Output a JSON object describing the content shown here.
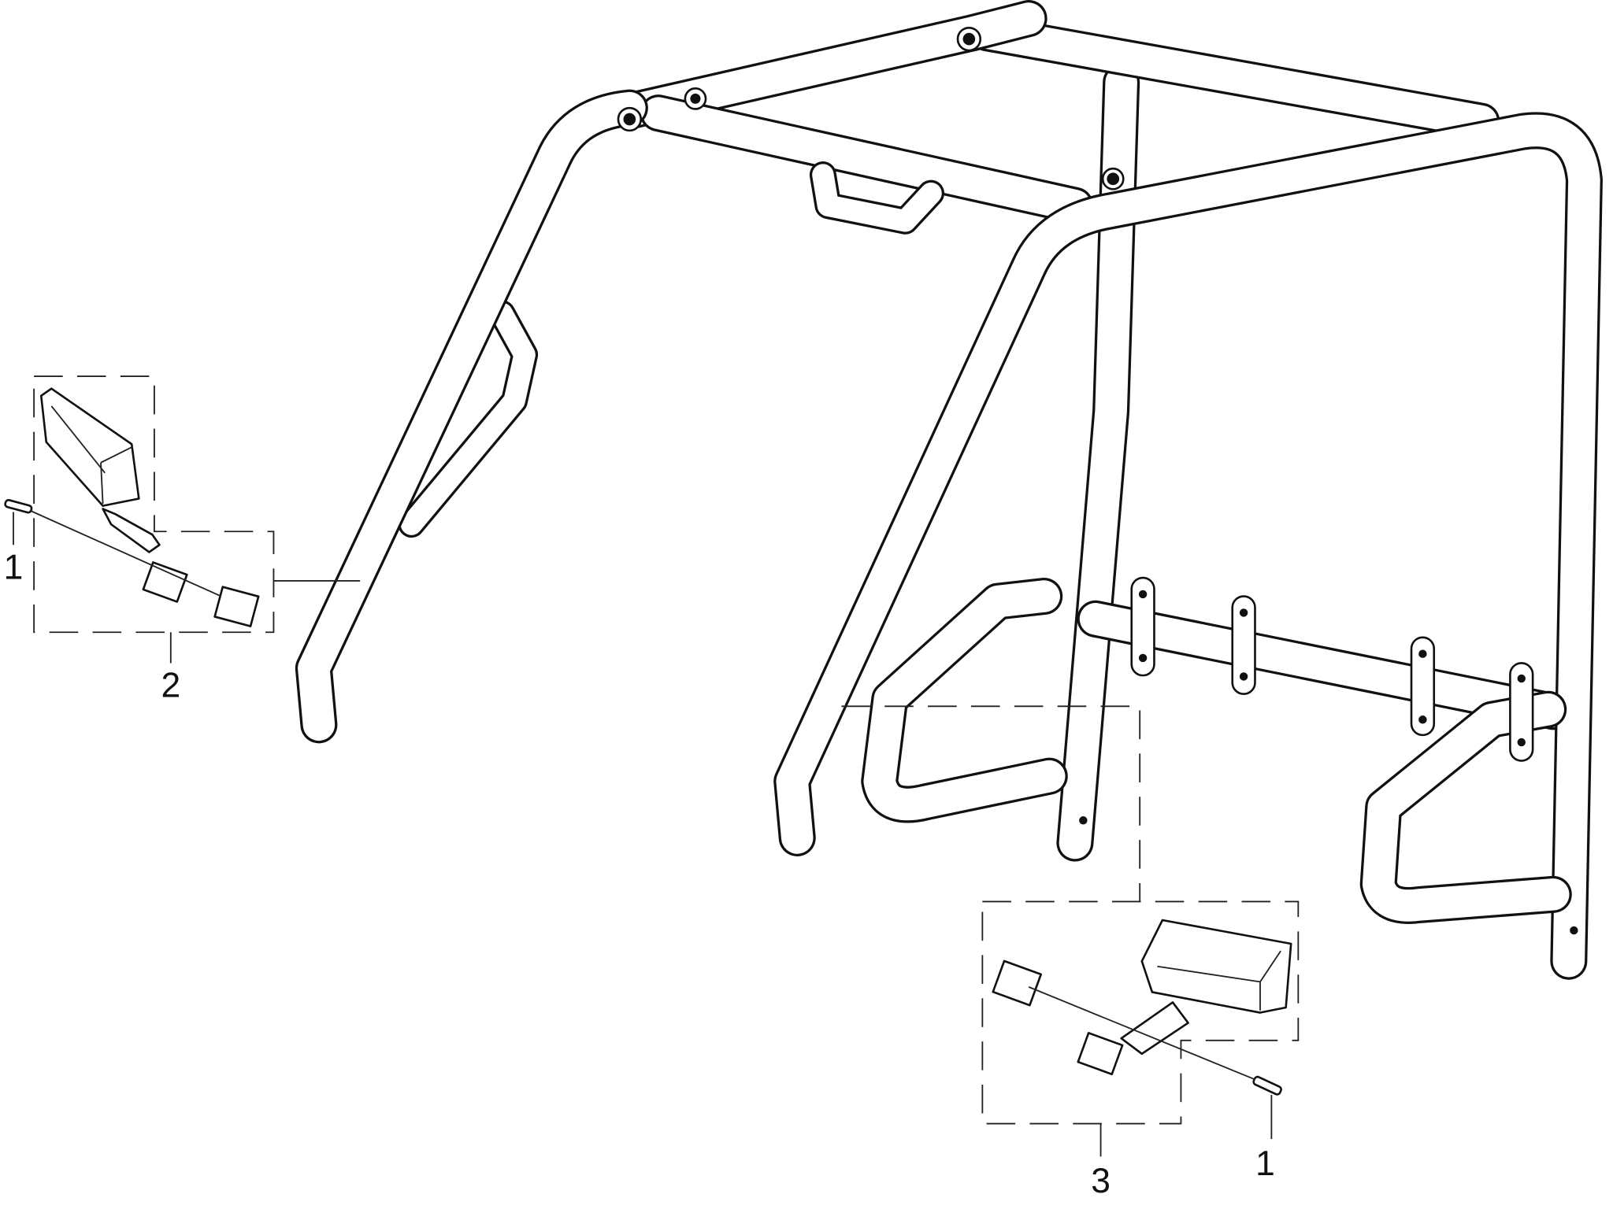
{
  "diagram": {
    "type": "exploded-parts-view",
    "callouts": [
      {
        "id": "left-screw",
        "label": "1"
      },
      {
        "id": "left-mirror-assembly",
        "label": "2"
      },
      {
        "id": "right-mirror-assembly",
        "label": "3"
      },
      {
        "id": "right-screw",
        "label": "1"
      }
    ],
    "colors": {
      "line": "#111111",
      "background": "#ffffff"
    }
  }
}
